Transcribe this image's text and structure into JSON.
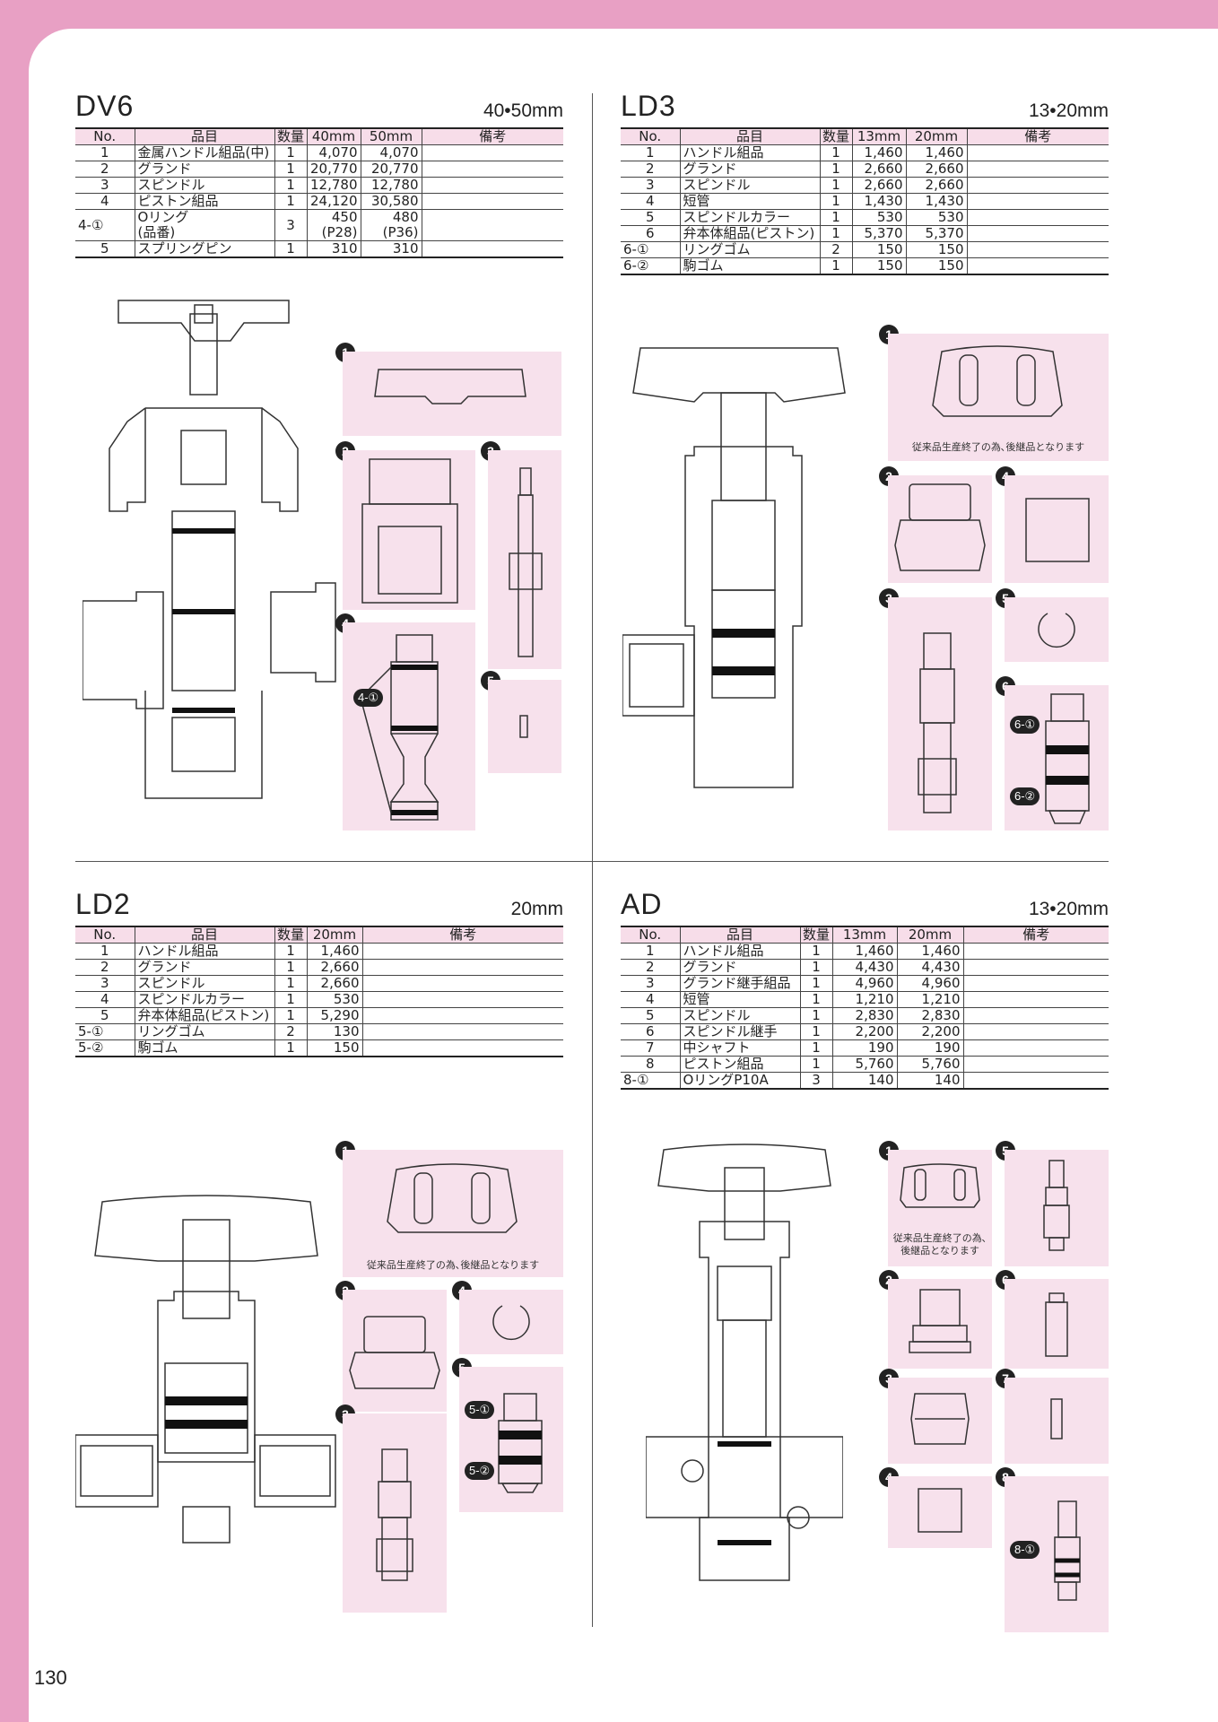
{
  "page_number": "130",
  "col_headers": {
    "no": "No.",
    "item": "品目",
    "qty": "数量",
    "notes": "備考"
  },
  "discontinued_note": "従来品生産終了の為､後継品となります",
  "discontinued_note_l1": "従来品生産終了の為､",
  "discontinued_note_l2": "後継品となります",
  "sections": {
    "dv6": {
      "title": "DV6",
      "size": "40•50mm",
      "sizes": [
        "40mm",
        "50mm"
      ],
      "rows": [
        {
          "no": "1",
          "item": "金属ハンドル組品(中)",
          "qty": "1",
          "v1": "4,070",
          "v2": "4,070"
        },
        {
          "no": "2",
          "item": "グランド",
          "qty": "1",
          "v1": "20,770",
          "v2": "20,770"
        },
        {
          "no": "3",
          "item": "スピンドル",
          "qty": "1",
          "v1": "12,780",
          "v2": "12,780"
        },
        {
          "no": "4",
          "item": "ピストン組品",
          "qty": "1",
          "v1": "24,120",
          "v2": "30,580"
        },
        {
          "no": "4-①",
          "item": "Oリング",
          "item2": "(品番)",
          "qty": "3",
          "v1": "450",
          "v1b": "(P28)",
          "v2": "480",
          "v2b": "(P36)"
        },
        {
          "no": "5",
          "item": "スプリングピン",
          "qty": "1",
          "v1": "310",
          "v2": "310"
        }
      ],
      "labels": [
        "1",
        "2",
        "3",
        "4",
        "5"
      ],
      "sublabels": [
        "4-①"
      ]
    },
    "ld3": {
      "title": "LD3",
      "size": "13•20mm",
      "sizes": [
        "13mm",
        "20mm"
      ],
      "rows": [
        {
          "no": "1",
          "item": "ハンドル組品",
          "qty": "1",
          "v1": "1,460",
          "v2": "1,460"
        },
        {
          "no": "2",
          "item": "グランド",
          "qty": "1",
          "v1": "2,660",
          "v2": "2,660"
        },
        {
          "no": "3",
          "item": "スピンドル",
          "qty": "1",
          "v1": "2,660",
          "v2": "2,660"
        },
        {
          "no": "4",
          "item": "短管",
          "qty": "1",
          "v1": "1,430",
          "v2": "1,430"
        },
        {
          "no": "5",
          "item": "スピンドルカラー",
          "qty": "1",
          "v1": "530",
          "v2": "530"
        },
        {
          "no": "6",
          "item": "弁本体組品(ピストン)",
          "qty": "1",
          "v1": "5,370",
          "v2": "5,370"
        },
        {
          "no": "6-①",
          "item": "リングゴム",
          "qty": "2",
          "v1": "150",
          "v2": "150"
        },
        {
          "no": "6-②",
          "item": "駒ゴム",
          "qty": "1",
          "v1": "150",
          "v2": "150"
        }
      ],
      "labels": [
        "1",
        "2",
        "3",
        "4",
        "5",
        "6"
      ],
      "sublabels": [
        "6-①",
        "6-②"
      ]
    },
    "ld2": {
      "title": "LD2",
      "size": "20mm",
      "sizes": [
        "20mm"
      ],
      "rows": [
        {
          "no": "1",
          "item": "ハンドル組品",
          "qty": "1",
          "v1": "1,460"
        },
        {
          "no": "2",
          "item": "グランド",
          "qty": "1",
          "v1": "2,660"
        },
        {
          "no": "3",
          "item": "スピンドル",
          "qty": "1",
          "v1": "2,660"
        },
        {
          "no": "4",
          "item": "スピンドルカラー",
          "qty": "1",
          "v1": "530"
        },
        {
          "no": "5",
          "item": "弁本体組品(ピストン)",
          "qty": "1",
          "v1": "5,290"
        },
        {
          "no": "5-①",
          "item": "リングゴム",
          "qty": "2",
          "v1": "130"
        },
        {
          "no": "5-②",
          "item": "駒ゴム",
          "qty": "1",
          "v1": "150"
        }
      ],
      "labels": [
        "1",
        "2",
        "3",
        "4",
        "5"
      ],
      "sublabels": [
        "5-①",
        "5-②"
      ]
    },
    "ad": {
      "title": "AD",
      "size": "13•20mm",
      "sizes": [
        "13mm",
        "20mm"
      ],
      "rows": [
        {
          "no": "1",
          "item": "ハンドル組品",
          "qty": "1",
          "v1": "1,460",
          "v2": "1,460"
        },
        {
          "no": "2",
          "item": "グランド",
          "qty": "1",
          "v1": "4,430",
          "v2": "4,430"
        },
        {
          "no": "3",
          "item": "グランド継手組品",
          "qty": "1",
          "v1": "4,960",
          "v2": "4,960"
        },
        {
          "no": "4",
          "item": "短管",
          "qty": "1",
          "v1": "1,210",
          "v2": "1,210"
        },
        {
          "no": "5",
          "item": "スピンドル",
          "qty": "1",
          "v1": "2,830",
          "v2": "2,830"
        },
        {
          "no": "6",
          "item": "スピンドル継手",
          "qty": "1",
          "v1": "2,200",
          "v2": "2,200"
        },
        {
          "no": "7",
          "item": "中シャフト",
          "qty": "1",
          "v1": "190",
          "v2": "190"
        },
        {
          "no": "8",
          "item": "ピストン組品",
          "qty": "1",
          "v1": "5,760",
          "v2": "5,760"
        },
        {
          "no": "8-①",
          "item": "OリングP10A",
          "qty": "3",
          "v1": "140",
          "v2": "140"
        }
      ],
      "labels": [
        "1",
        "2",
        "3",
        "4",
        "5",
        "6",
        "7",
        "8"
      ],
      "sublabels": [
        "8-①"
      ]
    }
  },
  "colors": {
    "accent": "#e8a0c4",
    "panel": "#f7e1ec",
    "header": "#f7dde9"
  }
}
